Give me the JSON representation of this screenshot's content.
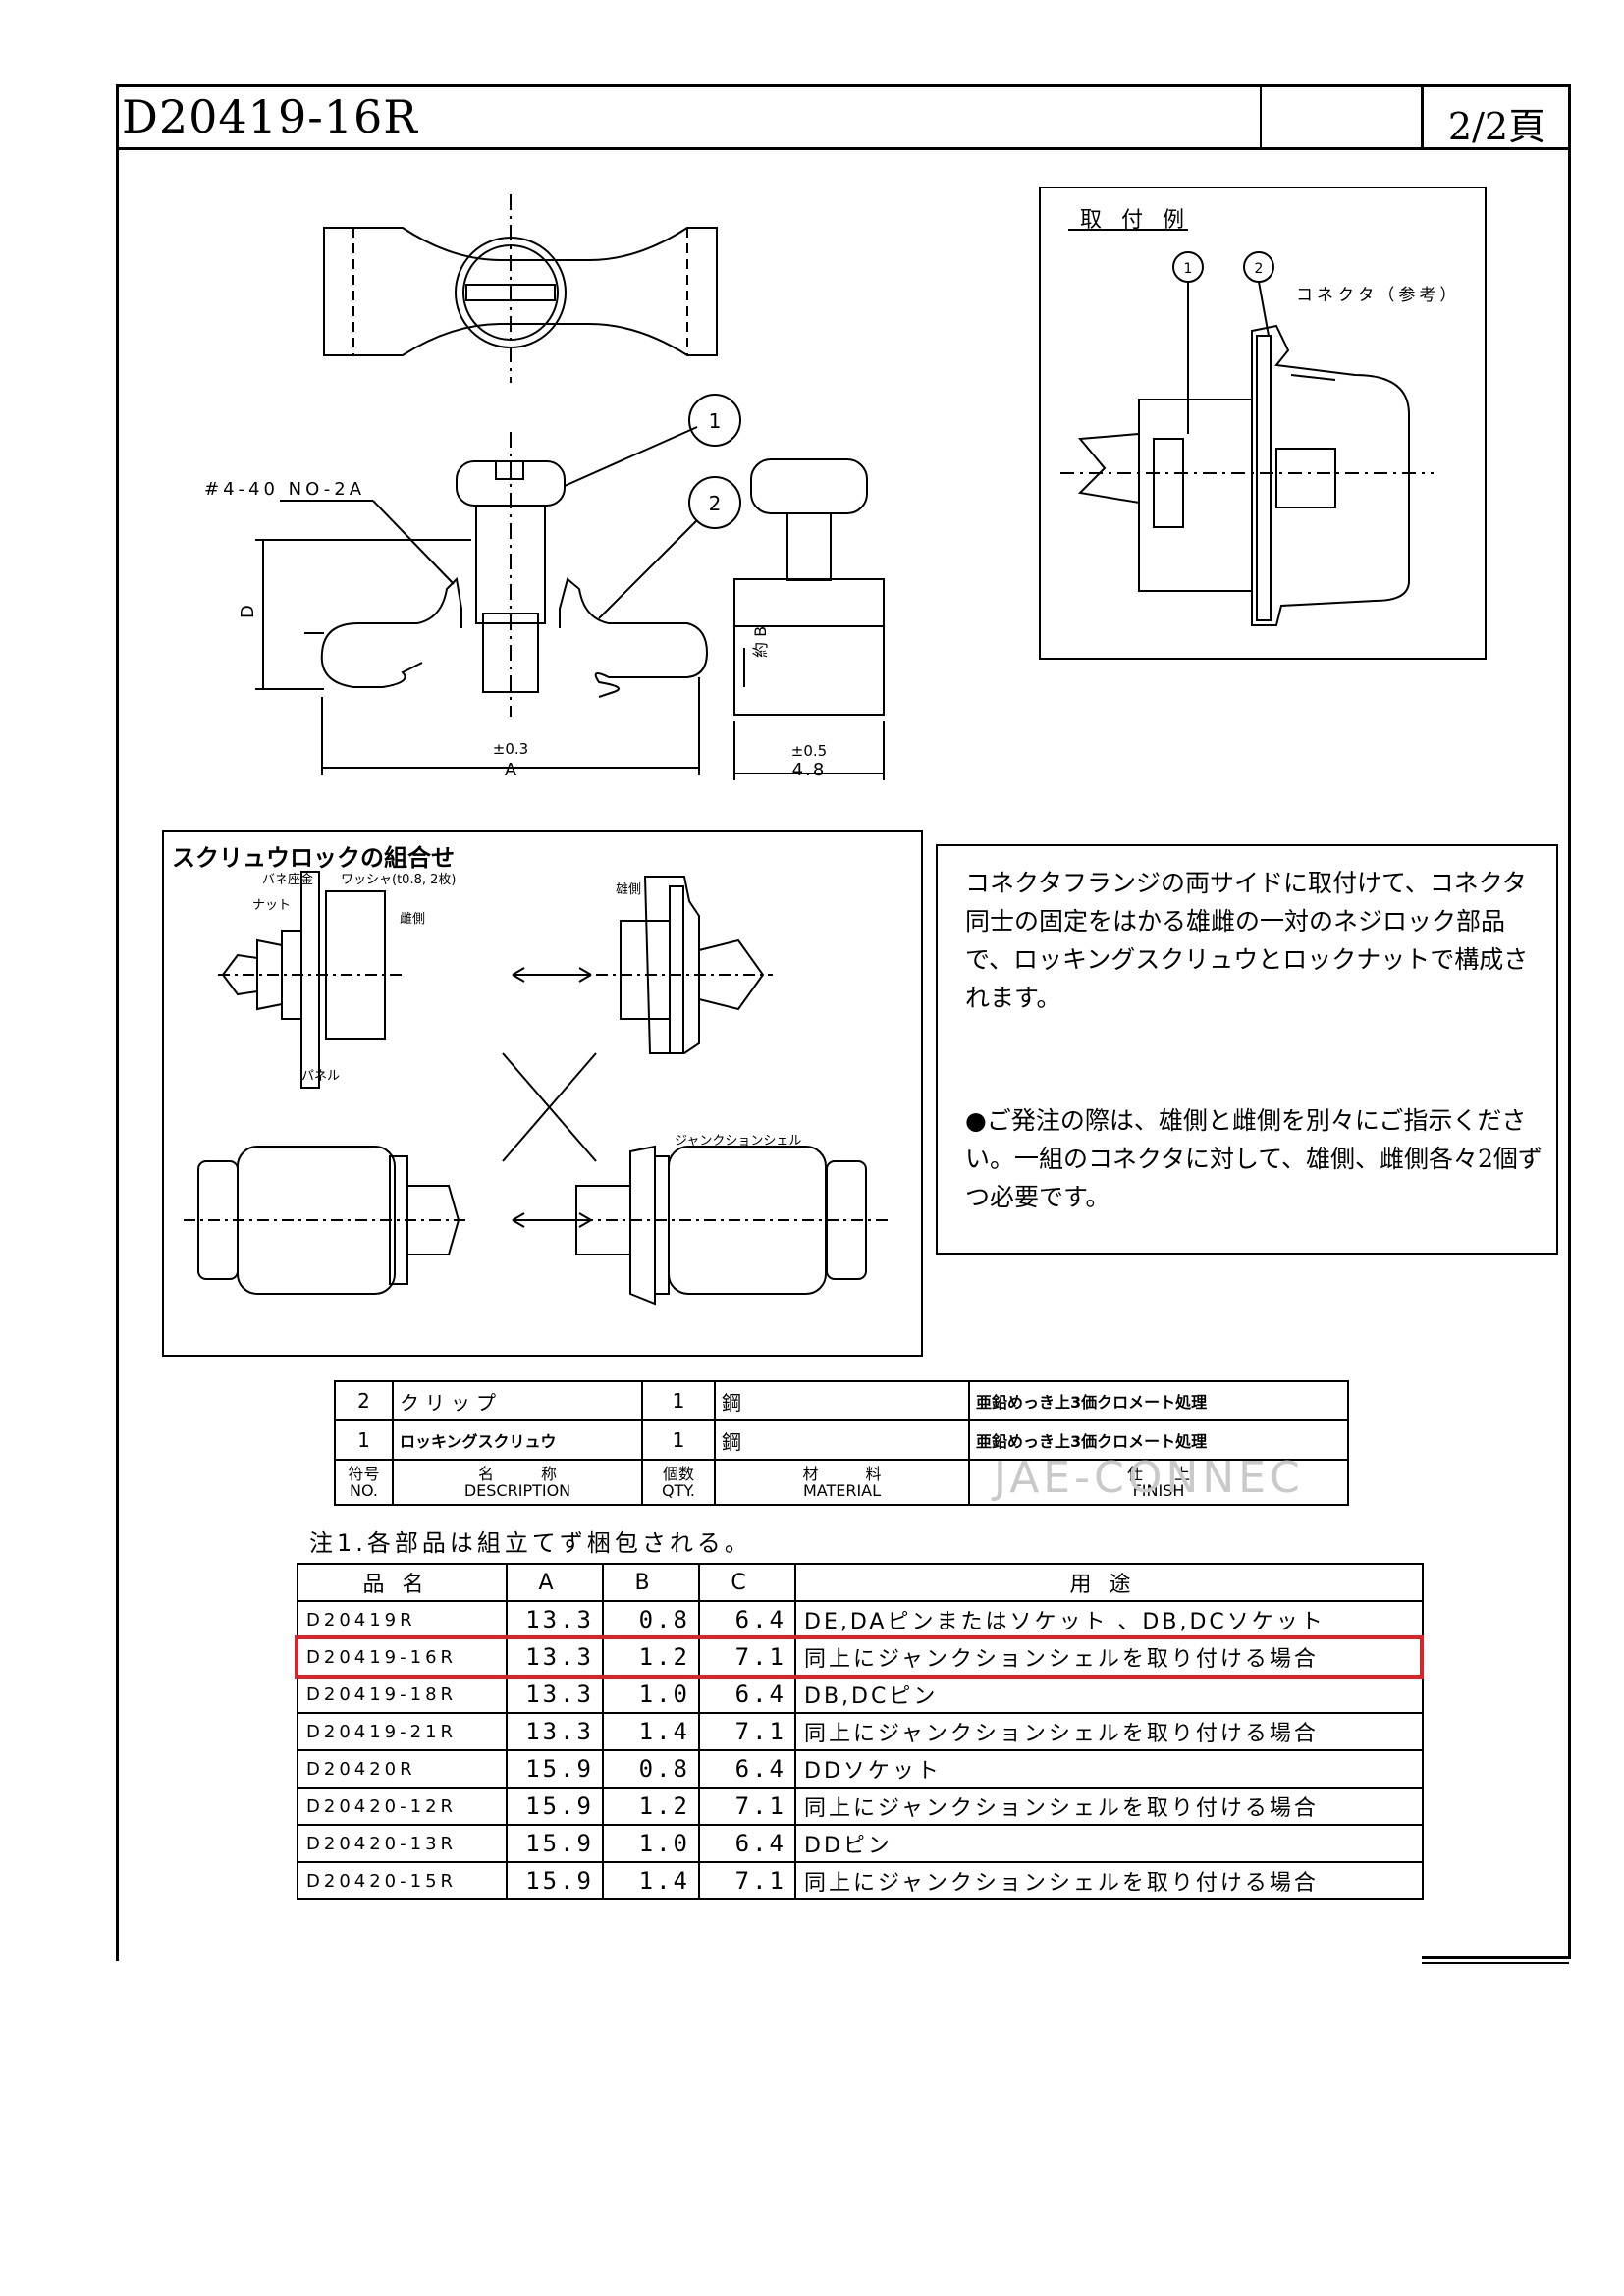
{
  "header": {
    "doc_id": "D20419-16R",
    "page": "2/2頁"
  },
  "drawing": {
    "thread_label": "#4-40 NO-2A",
    "callout_1": "1",
    "callout_2": "2",
    "dim_d": "D",
    "dim_b": "約 B",
    "tol_a": "±0.3",
    "dim_a": "A",
    "tol_side": "±0.5",
    "dim_side": "4.8"
  },
  "mount_example": {
    "title": "取付例",
    "callout_1": "1",
    "callout_2": "2",
    "connector_label": "コネクタ（参考）"
  },
  "combination": {
    "title": "スクリュウロックの組合せ",
    "label_spring_washer": "バネ座金",
    "label_nut": "ナット",
    "label_washer": "ワッシャ(t0.8, 2枚)",
    "label_female_a": "雌側",
    "label_male": "雄側",
    "label_panel": "パネル",
    "label_junction_shell": "ジャンクションシェル"
  },
  "description": {
    "para1": "コネクタフランジの両サイドに取付けて、コネクタ同士の固定をはかる雄雌の一対のネジロック部品で、ロッキングスクリュウとロックナットで構成されます。",
    "para2": "●ご発注の際は、雄側と雌側を別々にご指示ください。一組のコネクタに対して、雄側、雌側各々2個ずつ必要です。"
  },
  "parts_table": {
    "rows": [
      {
        "no": "2",
        "description": "クリップ",
        "qty": "1",
        "material": "鋼",
        "finish": "亜鉛めっき上3価クロメート処理"
      },
      {
        "no": "1",
        "description": "ロッキングスクリュウ",
        "qty": "1",
        "material": "鋼",
        "finish": "亜鉛めっき上3価クロメート処理"
      }
    ],
    "header": {
      "no_jp": "符号",
      "no_en": "NO.",
      "desc_jp": "名　　　称",
      "desc_en": "DESCRIPTION",
      "qty_jp": "個数",
      "qty_en": "QTY.",
      "mat_jp": "材　　　料",
      "mat_en": "MATERIAL",
      "fin_jp": "仕　　上",
      "fin_en": "FINISH"
    },
    "watermark": "JAE-CONNEC"
  },
  "note": "注1.各部品は組立てず梱包される。",
  "spec_table": {
    "headers": [
      "品名",
      "A",
      "B",
      "C",
      "用途"
    ],
    "rows": [
      [
        "D20419R",
        "13.3",
        "0.8",
        "6.4",
        "DE,DAピンまたはソケット 、DB,DCソケット"
      ],
      [
        "D20419-16R",
        "13.3",
        "1.2",
        "7.1",
        "同上にジャンクションシェルを取り付ける場合"
      ],
      [
        "D20419-18R",
        "13.3",
        "1.0",
        "6.4",
        "DB,DCピン"
      ],
      [
        "D20419-21R",
        "13.3",
        "1.4",
        "7.1",
        "同上にジャンクションシェルを取り付ける場合"
      ],
      [
        "D20420R",
        "15.9",
        "0.8",
        "6.4",
        "DDソケット"
      ],
      [
        "D20420-12R",
        "15.9",
        "1.2",
        "7.1",
        "同上にジャンクションシェルを取り付ける場合"
      ],
      [
        "D20420-13R",
        "15.9",
        "1.0",
        "6.4",
        "DDピン"
      ],
      [
        "D20420-15R",
        "15.9",
        "1.4",
        "7.1",
        "同上にジャンクションシェルを取り付ける場合"
      ]
    ],
    "highlight_color": "#d9242a"
  }
}
